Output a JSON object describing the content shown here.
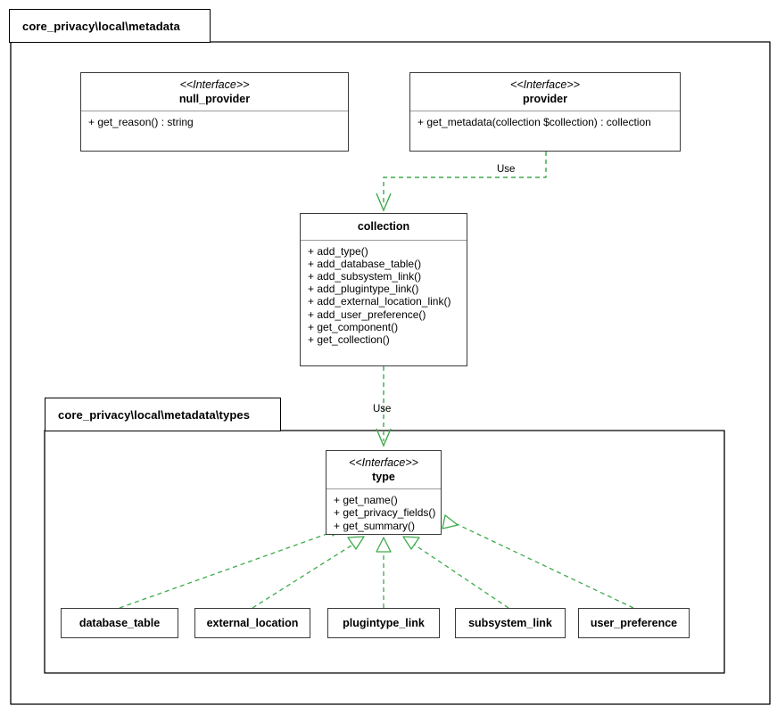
{
  "diagram": {
    "type": "uml-class-diagram",
    "packages": [
      {
        "id": "pkg-metadata",
        "label": "core_privacy\\local\\metadata"
      },
      {
        "id": "pkg-types",
        "label": "core_privacy\\local\\metadata\\types"
      }
    ],
    "classes": [
      {
        "id": "null_provider",
        "stereotype": "<<Interface>>",
        "name": "null_provider",
        "members": [
          "+ get_reason() : string"
        ]
      },
      {
        "id": "provider",
        "stereotype": "<<Interface>>",
        "name": "provider",
        "members": [
          "+ get_metadata(collection $collection) : collection"
        ]
      },
      {
        "id": "collection",
        "stereotype": "",
        "name": "collection",
        "members": [
          "+ add_type()",
          "+ add_database_table()",
          "+ add_subsystem_link()",
          "+ add_plugintype_link()",
          "+ add_external_location_link()",
          "+ add_user_preference()",
          "+ get_component()",
          "+ get_collection()"
        ]
      },
      {
        "id": "type",
        "stereotype": "<<Interface>>",
        "name": "type",
        "members": [
          "+ get_name()",
          "+ get_privacy_fields()",
          "+ get_summary()"
        ]
      }
    ],
    "simple_classes": [
      {
        "id": "database_table",
        "name": "database_table"
      },
      {
        "id": "external_location",
        "name": "external_location"
      },
      {
        "id": "plugintype_link",
        "name": "plugintype_link"
      },
      {
        "id": "subsystem_link",
        "name": "subsystem_link"
      },
      {
        "id": "user_preference",
        "name": "user_preference"
      }
    ],
    "relations": [
      {
        "id": "rel-provider-collection",
        "from": "provider",
        "to": "collection",
        "label": "Use",
        "kind": "dependency"
      },
      {
        "id": "rel-collection-type",
        "from": "collection",
        "to": "type",
        "label": "Use",
        "kind": "dependency"
      },
      {
        "id": "rel-database_table-type",
        "from": "database_table",
        "to": "type",
        "label": "",
        "kind": "realization"
      },
      {
        "id": "rel-external_location-type",
        "from": "external_location",
        "to": "type",
        "label": "",
        "kind": "realization"
      },
      {
        "id": "rel-plugintype_link-type",
        "from": "plugintype_link",
        "to": "type",
        "label": "",
        "kind": "realization"
      },
      {
        "id": "rel-subsystem_link-type",
        "from": "subsystem_link",
        "to": "type",
        "label": "",
        "kind": "realization"
      },
      {
        "id": "rel-user_preference-type",
        "from": "user_preference",
        "to": "type",
        "label": "",
        "kind": "realization"
      }
    ],
    "colors": {
      "relation_green": "#3cab4a",
      "box_border": "#3a3a3a",
      "frame_border": "#000000",
      "background": "#ffffff",
      "text": "#000000"
    }
  }
}
